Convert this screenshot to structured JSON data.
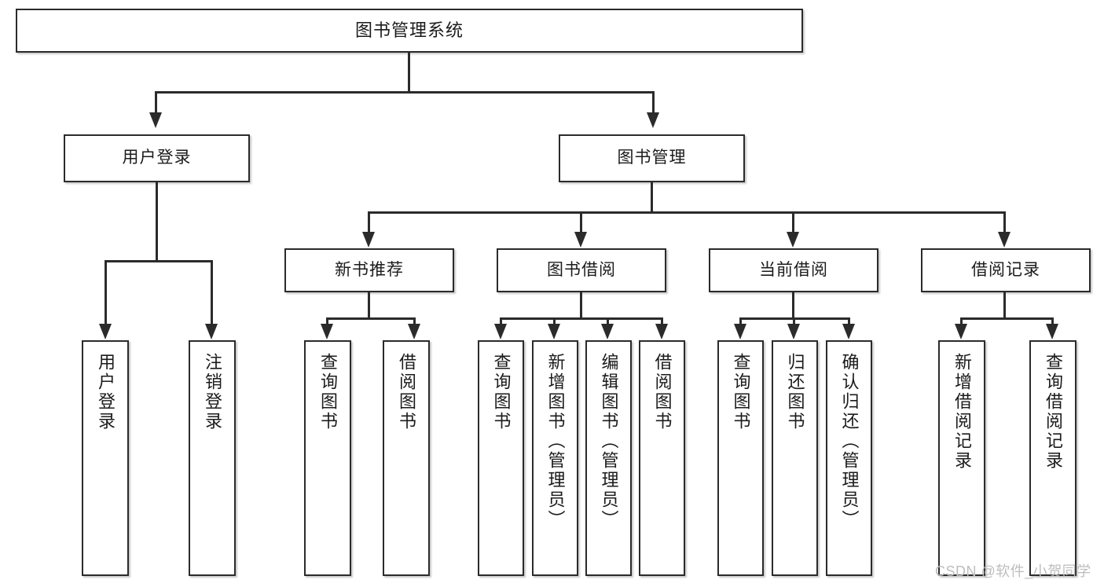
{
  "diagram": {
    "title": "图书管理系统",
    "type": "tree",
    "root": {
      "label": "图书管理系统"
    },
    "level2": [
      {
        "label": "用户登录"
      },
      {
        "label": "图书管理"
      }
    ],
    "level3": [
      {
        "label": "新书推荐"
      },
      {
        "label": "图书借阅"
      },
      {
        "label": "当前借阅"
      },
      {
        "label": "借阅记录"
      }
    ],
    "leaves": {
      "user_login": [
        {
          "label": "用户登录"
        },
        {
          "label": "注销登录"
        }
      ],
      "new_book_recommend": [
        {
          "label": "查询图书"
        },
        {
          "label": "借阅图书"
        }
      ],
      "book_borrow": [
        {
          "label": "查询图书"
        },
        {
          "label": "新增图书（管理员）"
        },
        {
          "label": "编辑图书（管理员）"
        },
        {
          "label": "借阅图书"
        }
      ],
      "current_borrow": [
        {
          "label": "查询图书"
        },
        {
          "label": "归还图书"
        },
        {
          "label": "确认归还（管理员）"
        }
      ],
      "borrow_record": [
        {
          "label": "新增借阅记录"
        },
        {
          "label": "查询借阅记录"
        }
      ]
    }
  },
  "watermark": {
    "text": "CSDN @软件_小贺同学"
  },
  "colors": {
    "box_border": "#2b2b2b",
    "box_fill": "#ffffff",
    "text": "#1b1b1b",
    "connector": "#2b2b2b",
    "watermark": "#bdbdbd",
    "background": "#ffffff"
  }
}
